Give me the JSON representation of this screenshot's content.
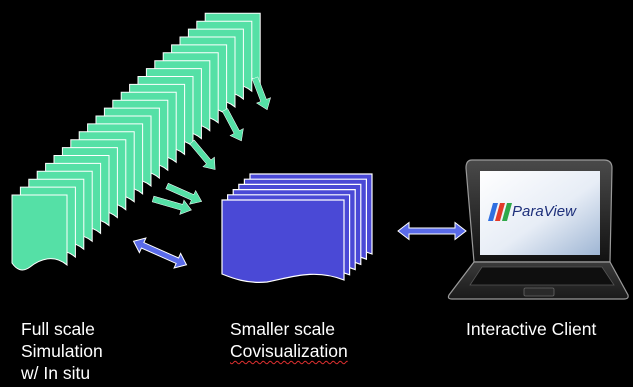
{
  "captions": {
    "simulation": [
      "Full scale",
      "Simulation",
      "w/ In situ"
    ],
    "covisualization": [
      "Smaller scale",
      "Covisualization"
    ],
    "client": [
      "Interactive Client"
    ]
  },
  "laptop": {
    "logo_text": "ParaView",
    "logo_bar_colors": [
      "#2f6fe0",
      "#e23a2a",
      "#2fa84a"
    ]
  },
  "colors": {
    "background": "#000000",
    "simulation_pages": "#55e0a6",
    "covis_pages": "#4a49d6",
    "flow_arrows": "#55e0a6",
    "exchange_arrows": "#5a6bea",
    "text": "#ffffff"
  },
  "stacks": {
    "simulation_page_count": 24,
    "covis_page_count": 6
  }
}
